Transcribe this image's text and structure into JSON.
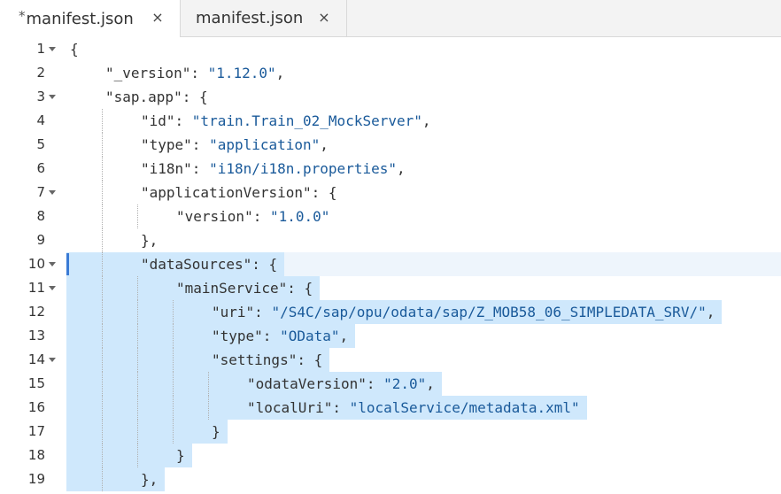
{
  "tabs": [
    {
      "dirty_mark": "*",
      "label": "manifest.json",
      "close": "×"
    },
    {
      "label": "manifest.json",
      "close": "×"
    }
  ],
  "editor": {
    "lines": [
      {
        "num": "1",
        "fold": true,
        "indent": 0,
        "text": "{"
      },
      {
        "num": "2",
        "fold": false,
        "indent": 1,
        "key": "\"_version\"",
        "sep": ": ",
        "value": "\"1.12.0\"",
        "tail": ","
      },
      {
        "num": "3",
        "fold": true,
        "indent": 1,
        "key": "\"sap.app\"",
        "sep": ": ",
        "tail": "{"
      },
      {
        "num": "4",
        "fold": false,
        "indent": 2,
        "key": "\"id\"",
        "sep": ": ",
        "value": "\"train.Train_02_MockServer\"",
        "tail": ","
      },
      {
        "num": "5",
        "fold": false,
        "indent": 2,
        "key": "\"type\"",
        "sep": ": ",
        "value": "\"application\"",
        "tail": ","
      },
      {
        "num": "6",
        "fold": false,
        "indent": 2,
        "key": "\"i18n\"",
        "sep": ": ",
        "value": "\"i18n/i18n.properties\"",
        "tail": ","
      },
      {
        "num": "7",
        "fold": true,
        "indent": 2,
        "key": "\"applicationVersion\"",
        "sep": ": ",
        "tail": "{"
      },
      {
        "num": "8",
        "fold": false,
        "indent": 3,
        "key": "\"version\"",
        "sep": ": ",
        "value": "\"1.0.0\""
      },
      {
        "num": "9",
        "fold": false,
        "indent": 2,
        "text": "},"
      },
      {
        "num": "10",
        "fold": true,
        "indent": 2,
        "key": "\"dataSources\"",
        "sep": ": ",
        "tail": "{",
        "selected": true,
        "active": true
      },
      {
        "num": "11",
        "fold": true,
        "indent": 3,
        "key": "\"mainService\"",
        "sep": ": ",
        "tail": "{",
        "selected": true
      },
      {
        "num": "12",
        "fold": false,
        "indent": 4,
        "key": "\"uri\"",
        "sep": ": ",
        "value": "\"/S4C/sap/opu/odata/sap/Z_MOB58_06_SIMPLEDATA_SRV/\"",
        "tail": ",",
        "selected": true
      },
      {
        "num": "13",
        "fold": false,
        "indent": 4,
        "key": "\"type\"",
        "sep": ": ",
        "value": "\"OData\"",
        "tail": ",",
        "selected": true
      },
      {
        "num": "14",
        "fold": true,
        "indent": 4,
        "key": "\"settings\"",
        "sep": ": ",
        "tail": "{",
        "selected": true
      },
      {
        "num": "15",
        "fold": false,
        "indent": 5,
        "key": "\"odataVersion\"",
        "sep": ": ",
        "value": "\"2.0\"",
        "tail": ",",
        "selected": true
      },
      {
        "num": "16",
        "fold": false,
        "indent": 5,
        "key": "\"localUri\"",
        "sep": ": ",
        "value": "\"localService/metadata.xml\"",
        "selected": true
      },
      {
        "num": "17",
        "fold": false,
        "indent": 4,
        "text": "}",
        "selected": true
      },
      {
        "num": "18",
        "fold": false,
        "indent": 3,
        "text": "}",
        "selected": true
      },
      {
        "num": "19",
        "fold": false,
        "indent": 2,
        "text": "},",
        "selected": true
      }
    ]
  },
  "colors": {
    "selection": "#cfe8fc",
    "string": "#1a5a9a",
    "key": "#333333",
    "cursor": "#3a7bd5"
  }
}
